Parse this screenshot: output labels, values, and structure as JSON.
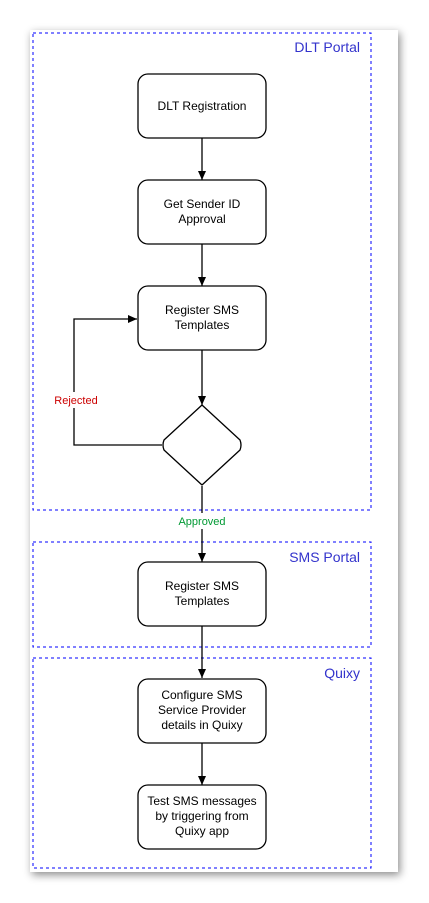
{
  "colors": {
    "lane_border": "#0000ff",
    "lane_label": "#3333cc",
    "rejected": "#cc0000",
    "approved": "#009933",
    "stroke": "#000000"
  },
  "lanes": [
    {
      "label": "DLT Portal"
    },
    {
      "label": "SMS Portal"
    },
    {
      "label": "Quixy"
    }
  ],
  "nodes": {
    "dlt_registration": {
      "lines": [
        "DLT Registration"
      ]
    },
    "sender_id": {
      "lines": [
        "Get Sender ID",
        "Approval"
      ]
    },
    "register_templates_dlt": {
      "lines": [
        "Register SMS",
        "Templates"
      ]
    },
    "decision": {
      "lines": []
    },
    "register_templates_sms": {
      "lines": [
        "Register SMS",
        "Templates"
      ]
    },
    "configure_provider": {
      "lines": [
        "Configure SMS",
        "Service Provider",
        "details in Quixy"
      ]
    },
    "test_messages": {
      "lines": [
        "Test SMS messages",
        "by triggering from",
        "Quixy app"
      ]
    }
  },
  "edges": {
    "rejected_label": "Rejected",
    "approved_label": "Approved"
  }
}
